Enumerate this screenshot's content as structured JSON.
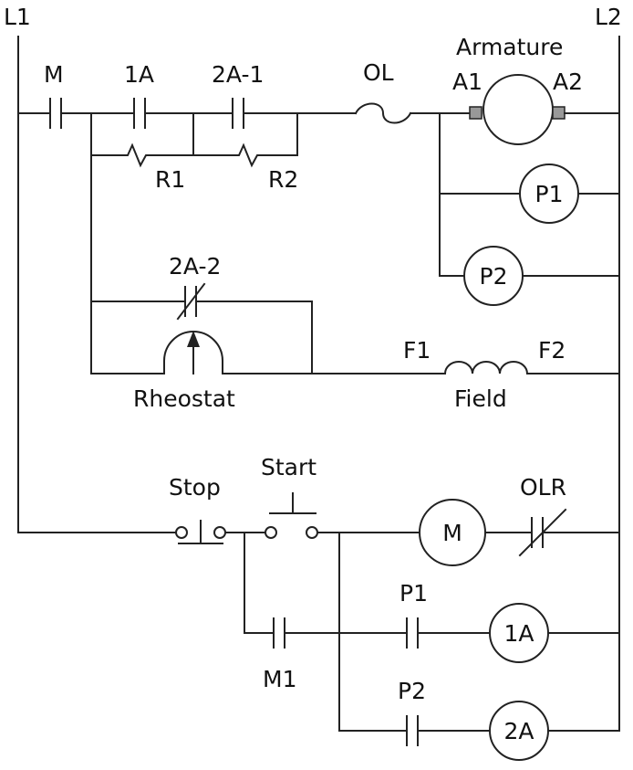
{
  "rails": {
    "left": "L1",
    "right": "L2"
  },
  "contacts": {
    "m": "M",
    "one_a": "1A",
    "two_a_1": "2A-1",
    "two_a_2": "2A-2",
    "p1": "P1",
    "p2": "P2",
    "m1": "M1",
    "olr": "OLR"
  },
  "resistors": {
    "r1": "R1",
    "r2": "R2"
  },
  "overload": "OL",
  "armature": {
    "title": "Armature",
    "terminal_1": "A1",
    "terminal_2": "A2"
  },
  "coils": {
    "p1": "P1",
    "p2": "P2",
    "m": "M",
    "one_a": "1A",
    "two_a": "2A"
  },
  "field": {
    "title": "Field",
    "terminal_1": "F1",
    "terminal_2": "F2"
  },
  "rheostat": "Rheostat",
  "buttons": {
    "stop": "Stop",
    "start": "Start"
  },
  "colors": {
    "wire": "#222222",
    "terminal": "#999999"
  }
}
